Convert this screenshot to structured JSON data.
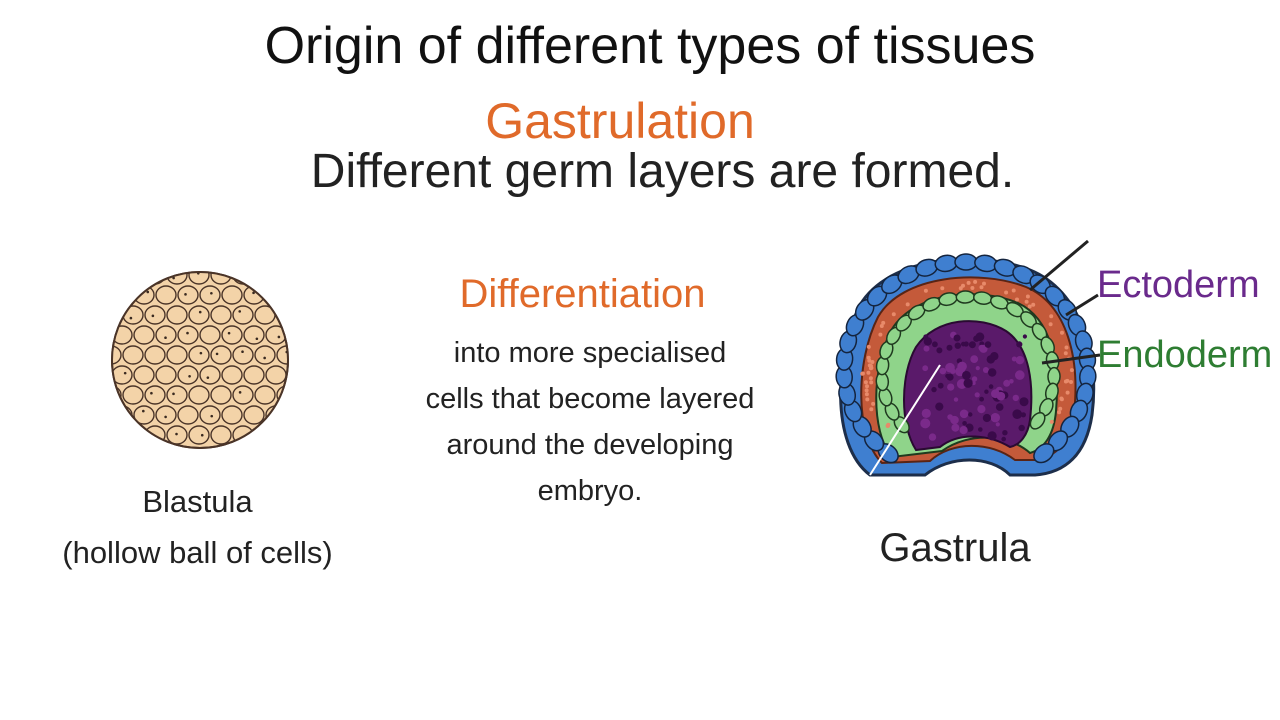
{
  "title": "Origin of different types of tissues",
  "subtitle": "Gastrulation",
  "tagline": "Different germ layers are formed.",
  "differentiation": {
    "heading": "Differentiation",
    "lines": [
      "into more specialised",
      "cells that become layered",
      "around the developing",
      "embryo."
    ]
  },
  "blastula": {
    "caption_line1": "Blastula",
    "caption_line2": "(hollow ball of cells)"
  },
  "gastrula": {
    "caption": "Gastrula",
    "labels": {
      "ectoderm": "Ectoderm",
      "endoderm": "Endoderm"
    }
  },
  "colors": {
    "accent_orange": "#e06a2a",
    "ectoderm_purple": "#6a2a8c",
    "endoderm_green": "#2e7d32",
    "outer_cells_blue": "#3f7fd0",
    "inner_cells_green": "#8fd48a",
    "core_purple": "#5a1a6a",
    "mesoderm_red": "#c45a3a",
    "blastula_cell": "#f3d3a8"
  }
}
